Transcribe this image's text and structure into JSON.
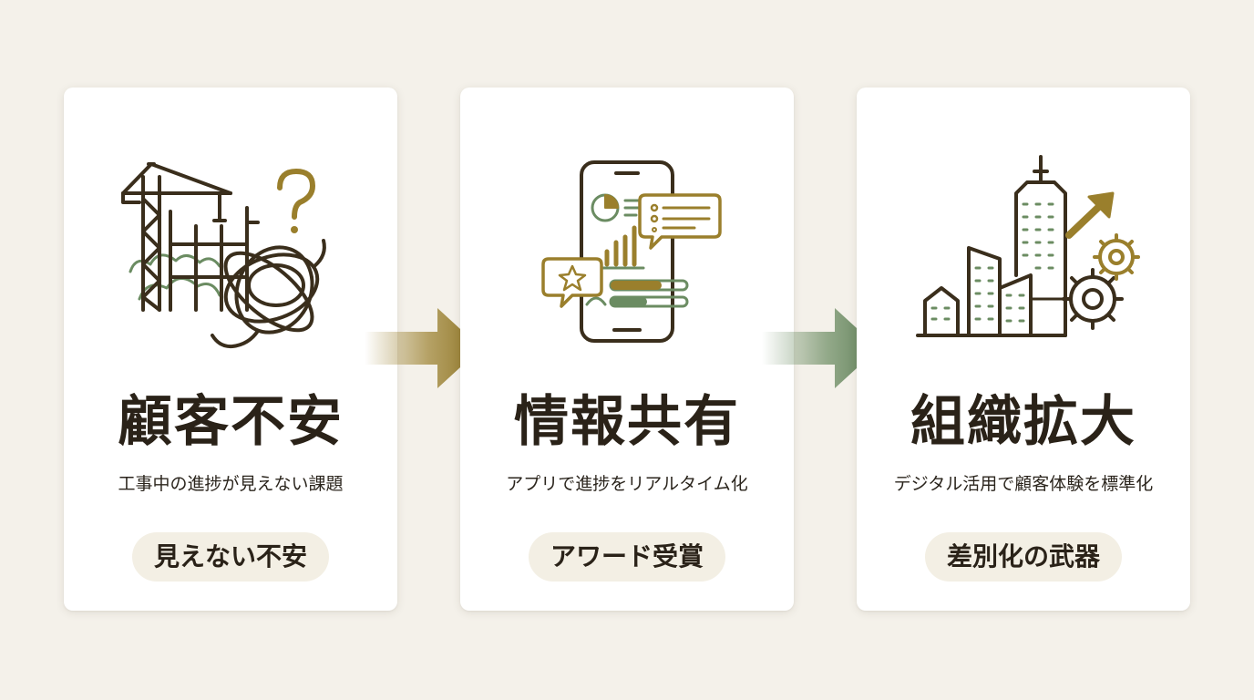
{
  "colors": {
    "dark": "#3a2e1c",
    "gold": "#9a7f2c",
    "green": "#6b8c62",
    "background": "#f4f1ea"
  },
  "steps": [
    {
      "title": "顧客不安",
      "subtitle": "工事中の進捗が見えない課題",
      "badge": "見えない不安",
      "icon": "construction-crane-tangle-icon"
    },
    {
      "title": "情報共有",
      "subtitle": "アプリで進捗をリアルタイム化",
      "badge": "アワード受賞",
      "icon": "smartphone-dashboard-icon"
    },
    {
      "title": "組織拡大",
      "subtitle": "デジタル活用で顧客体験を標準化",
      "badge": "差別化の武器",
      "icon": "city-growth-gears-icon"
    }
  ],
  "arrows": [
    "arrow-right-icon",
    "arrow-right-icon"
  ]
}
